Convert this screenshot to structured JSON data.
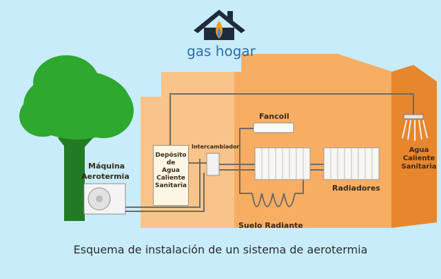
{
  "logo": {
    "brand": "gas hogar"
  },
  "labels": {
    "fancoil": "Fancoil",
    "intercambiador": "Intercambiador",
    "maquina": "Máquina",
    "aerotermia": "Aerotermia",
    "deposito": "Depósito\nde\nAgua\nCaliente\nSanitaria",
    "radiadores": "Radiadores",
    "suelo_radiante": "Suelo Radiante",
    "agua_caliente": "Agua\nCaliente\nSanitaria"
  },
  "caption": "Esquema de instalación de un sistema de aerotermia",
  "colors": {
    "sky": "#c9ecfb",
    "house_light": "#f9c48a",
    "house_mid": "#f7ae63",
    "house_dark": "#e8862d",
    "tree": "#2ea82f",
    "trunk": "#237a25",
    "pipe": "#6e6a66"
  }
}
